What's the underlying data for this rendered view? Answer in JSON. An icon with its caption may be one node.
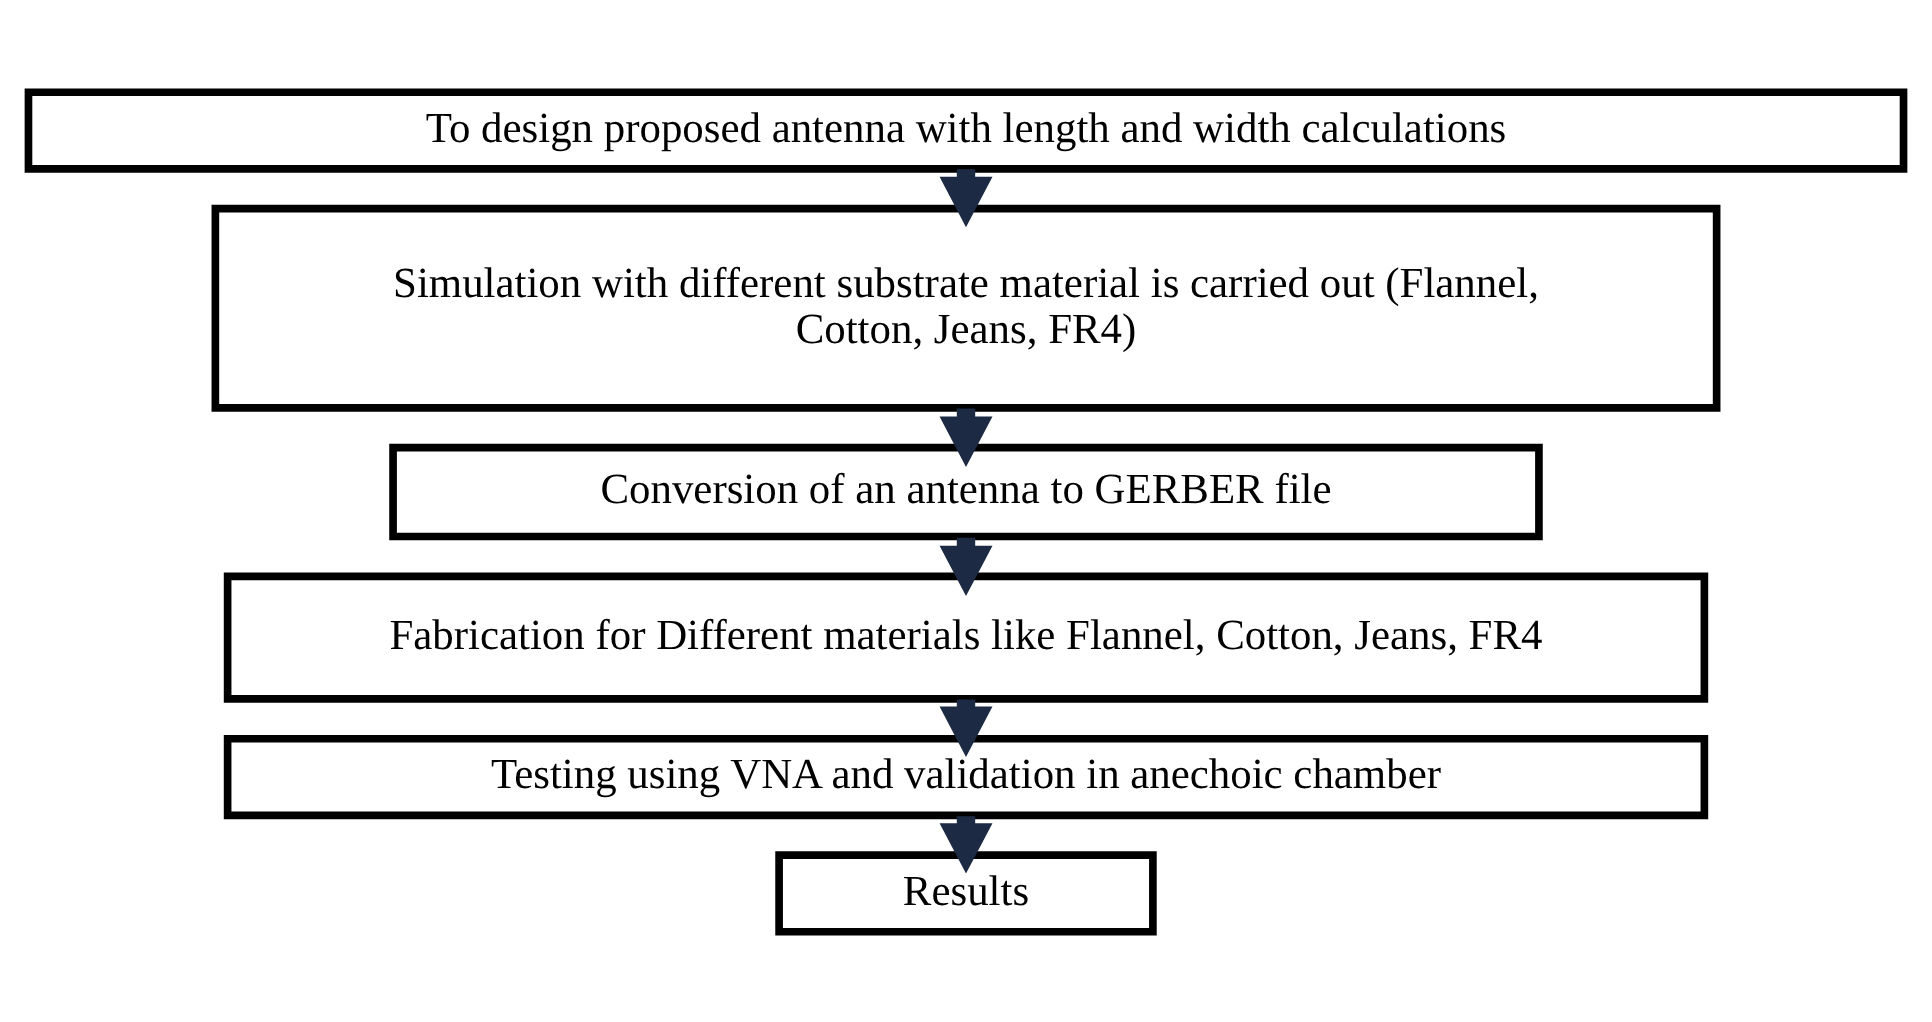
{
  "diagram": {
    "nodes": [
      {
        "text": [
          "To design proposed antenna with length and width calculations"
        ]
      },
      {
        "text": [
          "Simulation with different substrate material is carried out (Flannel, Cotton, Jeans, FR4)"
        ]
      },
      {
        "text": [
          "Conversion of an antenna to GERBER file"
        ]
      },
      {
        "text": [
          "Fabrication for Different materials like Flannel, Cotton, Jeans, FR4"
        ]
      },
      {
        "text": [
          "Testing using VNA and validation in anechoic chamber"
        ]
      },
      {
        "text": [
          "Results"
        ]
      }
    ],
    "edges": [
      {
        "from": 0,
        "to": 1,
        "arrow": "to"
      },
      {
        "from": 1,
        "to": 2,
        "arrow": "to"
      },
      {
        "from": 2,
        "to": 3,
        "arrow": "to"
      },
      {
        "from": 3,
        "to": 4,
        "arrow": "to"
      },
      {
        "from": 4,
        "to": 5,
        "arrow": "to"
      }
    ]
  }
}
